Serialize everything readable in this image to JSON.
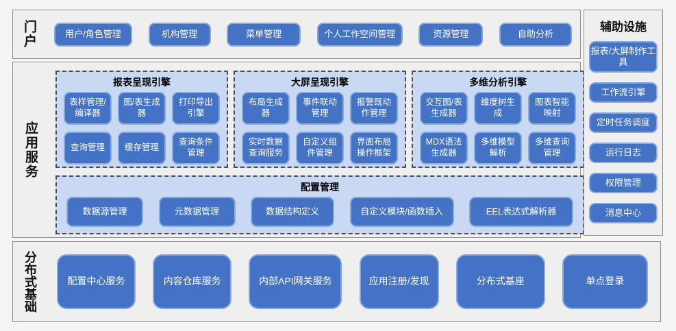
{
  "colors": {
    "node_fill": "#4472c4",
    "node_border": "#87a9dd",
    "panel_fill": "#c9d9f3",
    "section_fill": "#efefef",
    "section_border": "#8f8f8f",
    "node_text": "#ffffff",
    "title_text": "#000000"
  },
  "portal": {
    "label": "门户",
    "items": [
      "用户/角色管理",
      "机构管理",
      "菜单管理",
      "个人工作空间管理",
      "资源管理",
      "自助分析"
    ]
  },
  "app_services": {
    "label": "应用服务",
    "engines": [
      {
        "title": "报表呈现引擎",
        "items": [
          "表样管理/编译器",
          "图/表生成器",
          "打印导出引擎",
          "查询管理",
          "缓存管理",
          "查询条件管理"
        ]
      },
      {
        "title": "大屏呈现引擎",
        "items": [
          "布局生成器",
          "事件联动管理",
          "报警既动作管理",
          "实时数据查询服务",
          "自定义组件管理",
          "界面布局操作框架"
        ]
      },
      {
        "title": "多维分析引擎",
        "items": [
          "交互图/表生成器",
          "维度树生成",
          "图表智能映射",
          "MDX语法生成器",
          "多维模型解析",
          "多维查询管理"
        ]
      }
    ],
    "config": {
      "title": "配置管理",
      "items": [
        "数据源管理",
        "元数据管理",
        "数据结构定义",
        "自定义模块/函数插入",
        "EEL表达式解析器"
      ]
    }
  },
  "distributed": {
    "label": "分布式基础",
    "items": [
      "配置中心服务",
      "内容仓库服务",
      "内部API网关服务",
      "应用注册/发现",
      "分布式基座",
      "单点登录"
    ]
  },
  "auxiliary": {
    "label": "辅助设施",
    "items": [
      "报表/大屏制作工具",
      "工作流引擎",
      "定时任务调度",
      "运行日志",
      "权限管理",
      "消息中心"
    ]
  }
}
